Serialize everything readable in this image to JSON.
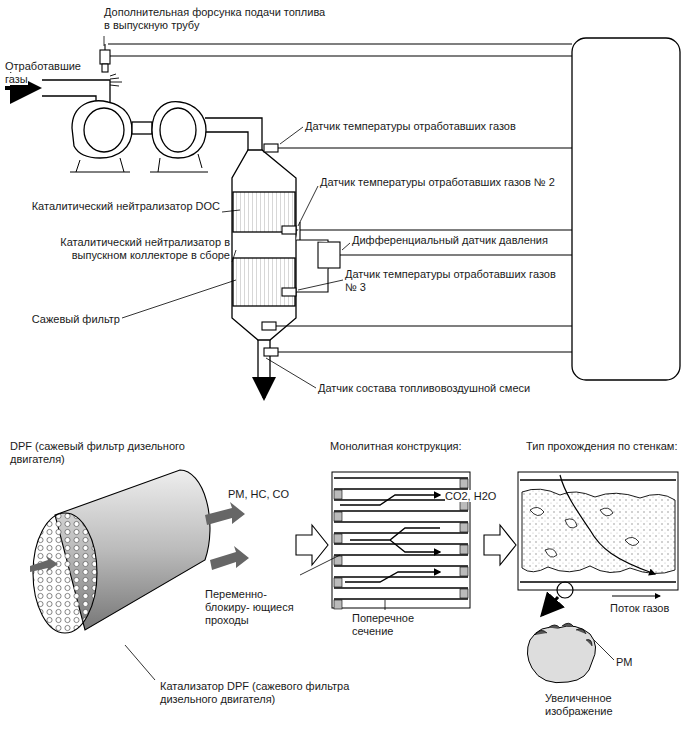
{
  "diagram": {
    "labels": [
      "Дополнительная форсунка подачи топлива в выпускную трубу",
      "Отработавшие газы",
      "Датчик температуры отработавших газов",
      "Датчик температуры отработавших газов № 2",
      "Каталитический нейтрализатор DOC",
      "Каталитический нейтрализатор в выпускном коллекторе в сборе",
      "Дифференциальный датчик давления",
      "Датчик температуры отработавших газов № 3",
      "Сажевый фильтр",
      "Датчик состава топливовоздушной смеси",
      "DPF (сажевый фильтр дизельного двигателя)",
      "Монолитная конструкция:",
      "Тип прохождения по стенкам:",
      "PM, HC, CO",
      "CO2, H2O",
      "Переменно-блокиру- ющиеся проходы",
      "Поперечное сечение",
      "Поток газов",
      "PM",
      "Катализатор DPF (сажевого фильтра дизельного двигателя)",
      "Увеличенное изображение"
    ]
  }
}
